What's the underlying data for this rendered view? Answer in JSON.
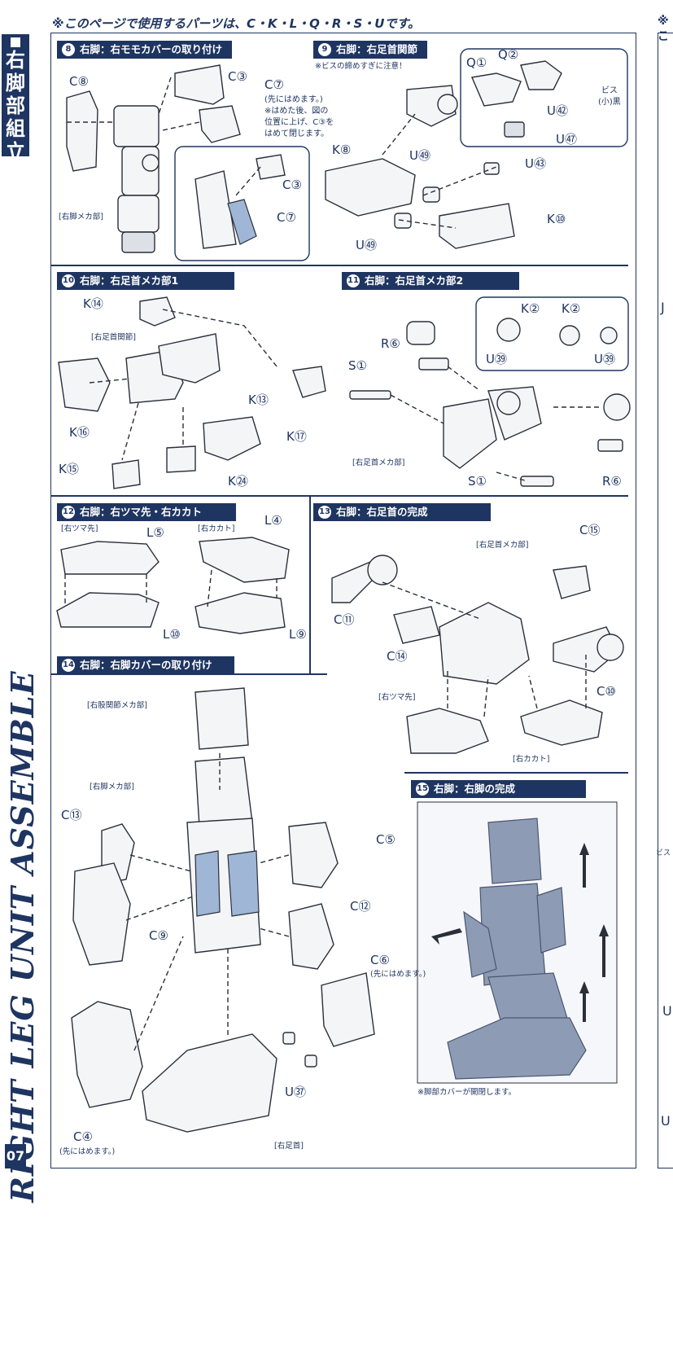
{
  "header": {
    "note": "※このページで使用するパーツは、C・K・L・Q・R・S・Uです。"
  },
  "sidebar": {
    "section_jp": "右脚部組立",
    "section_en": "RIGHT LEG UNIT ASSEMBLE",
    "page_number": "07"
  },
  "right_page": {
    "header_fragment": "※こ",
    "letters": [
      "J",
      "ビス",
      "U",
      "U"
    ]
  },
  "steps": [
    {
      "num": "8",
      "title": "右脚：右モモカバーの取り付け"
    },
    {
      "num": "9",
      "title": "右脚：右足首関節"
    },
    {
      "num": "10",
      "title": "右脚：右足首メカ部1"
    },
    {
      "num": "11",
      "title": "右脚：右足首メカ部2"
    },
    {
      "num": "12",
      "title": "右脚：右ツマ先・右カカト"
    },
    {
      "num": "13",
      "title": "右脚：右足首の完成"
    },
    {
      "num": "14",
      "title": "右脚：右脚カバーの取り付け"
    },
    {
      "num": "15",
      "title": "右脚：右脚の完成"
    }
  ],
  "step8": {
    "parts": [
      "C⑧",
      "C③",
      "C⑦",
      "C③",
      "C⑦"
    ],
    "note_c7": "(先にはめます。)\n※はめた後、図の\n位置に上げ、C③を\nはめて閉じます。",
    "label_mecha": "[右脚メカ部]"
  },
  "step9": {
    "warning": "※ビスの締めすぎに注意！",
    "parts": [
      "Q①",
      "Q②",
      "K⑧",
      "U㊾",
      "U㊸",
      "K⑩",
      "U㊾",
      "U㊼",
      "U㊷"
    ],
    "screw": "ビス\n(小)黒"
  },
  "step10": {
    "parts": [
      "K⑭",
      "K⑬",
      "K⑯",
      "K⑰",
      "K⑮",
      "K㉔"
    ],
    "label_joint": "[右足首関節]"
  },
  "step11": {
    "parts": [
      "R⑥",
      "S①",
      "K②",
      "K②",
      "U㊴",
      "U㊴",
      "S①",
      "R⑥"
    ],
    "label_mecha": "[右足首メカ部]"
  },
  "step12": {
    "label_toe": "[右ツマ先]",
    "label_heel": "[右カカト]",
    "parts": [
      "L⑤",
      "L④",
      "L⑩",
      "L⑨"
    ]
  },
  "step13": {
    "label_mecha": "[右足首メカ部]",
    "label_toe": "[右ツマ先]",
    "label_heel": "[右カカト]",
    "parts": [
      "C⑮",
      "C⑪",
      "C⑭",
      "C⑩"
    ]
  },
  "step14": {
    "label_hip": "[右股関節メカ部]",
    "label_leg": "[右脚メカ部]",
    "label_ankle": "[右足首]",
    "parts": [
      "C⑬",
      "C⑤",
      "C⑫",
      "C⑨",
      "C⑥",
      "U㊲",
      "C④"
    ],
    "note_c6": "(先にはめます。)",
    "note_c4": "(先にはめます。)"
  },
  "step15": {
    "note": "※脚部カバーが開閉します。"
  }
}
